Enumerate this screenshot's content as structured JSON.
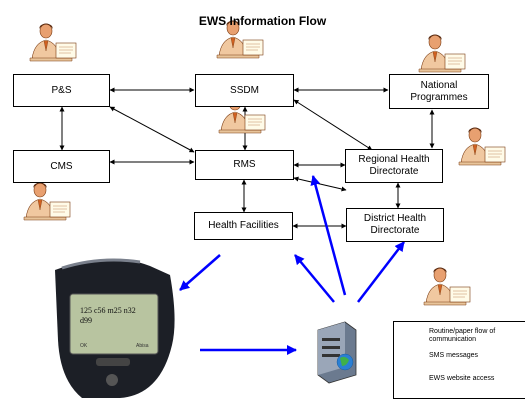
{
  "title": "EWS Information Flow",
  "nodes": {
    "ps": "P&S",
    "ssdm": "SSDM",
    "national": "National\nProgrammes",
    "cms": "CMS",
    "rms": "RMS",
    "regional": "Regional Health\nDirectorate",
    "health_facilities": "Health Facilities",
    "district": "District Health\nDirectorate"
  },
  "phone": {
    "message": "125 c56 m25 n32\nd99",
    "left_softkey": "OK",
    "right_softkey": "Abisa"
  },
  "legend": {
    "routine": "Routine/paper flow of\ncommunication",
    "sms": "SMS messages",
    "website": "EWS website access"
  },
  "colors": {
    "sms_arrow": "#0000ff",
    "routine_arrow": "#000000",
    "phone_screen": "#b8c4a0",
    "phone_body": "#1c1f26",
    "server": "#6b7a8f",
    "globe": "#2a7fd4"
  }
}
